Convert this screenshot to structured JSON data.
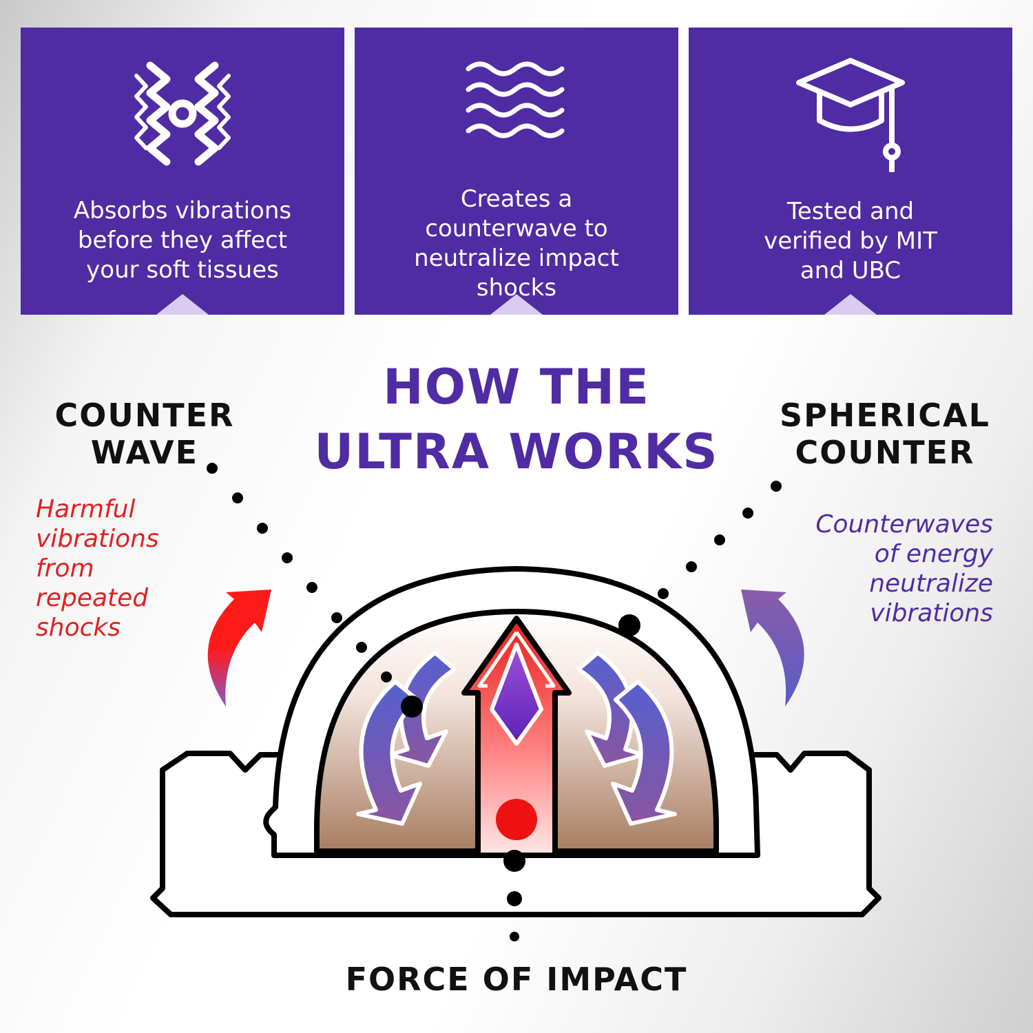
{
  "panels": [
    {
      "text": "Absorbs vibrations\nbefore they affect\nyour soft tissues",
      "icon": "vibration-absorb-icon"
    },
    {
      "text": "Creates a\ncounterwave to\nneutralize impact\nshocks",
      "icon": "waves-icon"
    },
    {
      "text": "Tested and\nverified by MIT\nand UBC",
      "icon": "graduation-cap-icon"
    }
  ],
  "title": "HOW THE\nULTRA WORKS",
  "left": {
    "heading": "COUNTER\nWAVE",
    "description": "Harmful\nvibrations\nfrom\nrepeated\nshocks"
  },
  "right": {
    "heading": "SPHERICAL\nCOUNTER",
    "description": "Counterwaves\nof energy\nneutralize\nvibrations"
  },
  "bottom_label": "FORCE OF IMPACT",
  "colors": {
    "panel_purple": "#4f2ca3",
    "harmful_red": "#e02020",
    "counter_purple": "#4f2ca3",
    "sphere_brown": "#a77d62"
  }
}
